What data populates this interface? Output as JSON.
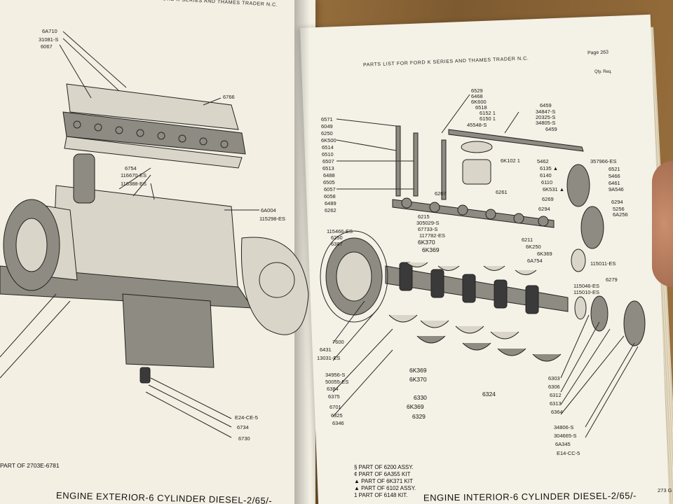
{
  "left_page": {
    "header": "RTS LIST FOR FORD K SERIES AND THAMES TRADER N.C.",
    "labels": [
      {
        "text": "6A710"
      },
      {
        "text": "31081-S"
      },
      {
        "text": "6067"
      },
      {
        "text": "6766"
      },
      {
        "text": "6754"
      },
      {
        "text": "116670-ES"
      },
      {
        "text": "116388-ES"
      },
      {
        "text": "6A004"
      },
      {
        "text": "115298-ES"
      },
      {
        "text": "E24-CE-5"
      },
      {
        "text": "6734"
      },
      {
        "text": "6730"
      },
      {
        "text": "6431"
      },
      {
        "text": "13031-ES"
      }
    ],
    "footer": "ENGINE EXTERIOR-6 CYLINDER DIESEL-2/65/-",
    "bottom_ref": "PART OF 2703E-6781"
  },
  "right_page": {
    "header": "PARTS LIST FOR FORD K SERIES AND THAMES TRADER N.C.",
    "page_num": "Page 263",
    "qty_header": "Qty. Req.",
    "labels_top": [
      {
        "text": "6529"
      },
      {
        "text": "6468"
      },
      {
        "text": "6K600"
      },
      {
        "text": "6518"
      },
      {
        "text": "6152 1"
      },
      {
        "text": "6150 1"
      },
      {
        "text": "45548-S"
      },
      {
        "text": "6459"
      },
      {
        "text": "34847-S"
      },
      {
        "text": "20325-S"
      },
      {
        "text": "34805-S"
      },
      {
        "text": "6459"
      }
    ],
    "labels_left": [
      {
        "text": "6571"
      },
      {
        "text": "6049"
      },
      {
        "text": "6250"
      },
      {
        "text": "6K500"
      },
      {
        "text": "6514"
      },
      {
        "text": "6510"
      },
      {
        "text": "6507"
      },
      {
        "text": "6513"
      },
      {
        "text": "6488"
      },
      {
        "text": "6505"
      },
      {
        "text": "6057"
      },
      {
        "text": "6058"
      },
      {
        "text": "6489"
      },
      {
        "text": "6262"
      }
    ],
    "labels_mid": [
      {
        "text": "6K102 1"
      },
      {
        "text": "5462"
      },
      {
        "text": "6135 ▲"
      },
      {
        "text": "6140"
      },
      {
        "text": "6110"
      },
      {
        "text": "6K531 ▲"
      },
      {
        "text": "6207"
      },
      {
        "text": "6261"
      },
      {
        "text": "6269"
      },
      {
        "text": "6294"
      },
      {
        "text": "6215"
      },
      {
        "text": "305029-S"
      },
      {
        "text": "67733-S"
      },
      {
        "text": "117782-ES"
      },
      {
        "text": "6K370"
      },
      {
        "text": "6K369"
      },
      {
        "text": "6211"
      },
      {
        "text": "6K250"
      },
      {
        "text": "6K369"
      },
      {
        "text": "6A754"
      },
      {
        "text": "115466-ES"
      },
      {
        "text": "6250"
      },
      {
        "text": "6387"
      }
    ],
    "labels_right": [
      {
        "text": "357966-ES"
      },
      {
        "text": "6521"
      },
      {
        "text": "5466"
      },
      {
        "text": "6461"
      },
      {
        "text": "9A546"
      },
      {
        "text": "6294"
      },
      {
        "text": "5256"
      },
      {
        "text": "6A256"
      },
      {
        "text": "115011-ES"
      },
      {
        "text": "6279"
      },
      {
        "text": "115046-ES"
      },
      {
        "text": "115010-ES"
      }
    ],
    "labels_bottom": [
      {
        "text": "7600"
      },
      {
        "text": "34956-S"
      },
      {
        "text": "50055-ES"
      },
      {
        "text": "6384"
      },
      {
        "text": "6375"
      },
      {
        "text": "6701"
      },
      {
        "text": "6325"
      },
      {
        "text": "6346"
      },
      {
        "text": "6K369"
      },
      {
        "text": "6K370"
      },
      {
        "text": "6330"
      },
      {
        "text": "6K369"
      },
      {
        "text": "6329"
      },
      {
        "text": "6324"
      },
      {
        "text": "6303"
      },
      {
        "text": "6306"
      },
      {
        "text": "6312"
      },
      {
        "text": "6313"
      },
      {
        "text": "6364"
      },
      {
        "text": "34806-S"
      },
      {
        "text": "304665-S"
      },
      {
        "text": "6A345"
      },
      {
        "text": "E14-CC-5"
      }
    ],
    "legend": [
      "§ PART OF 6200 ASSY.",
      "¢ PART OF 6A355 KIT",
      "▲ PART OF 6K371 KIT",
      "▲ PART OF 6102 ASSY.",
      "1 PART OF 6148 KIT."
    ],
    "footer": "ENGINE INTERIOR-6 CYLINDER DIESEL-2/65/-",
    "corner": "273 G"
  }
}
